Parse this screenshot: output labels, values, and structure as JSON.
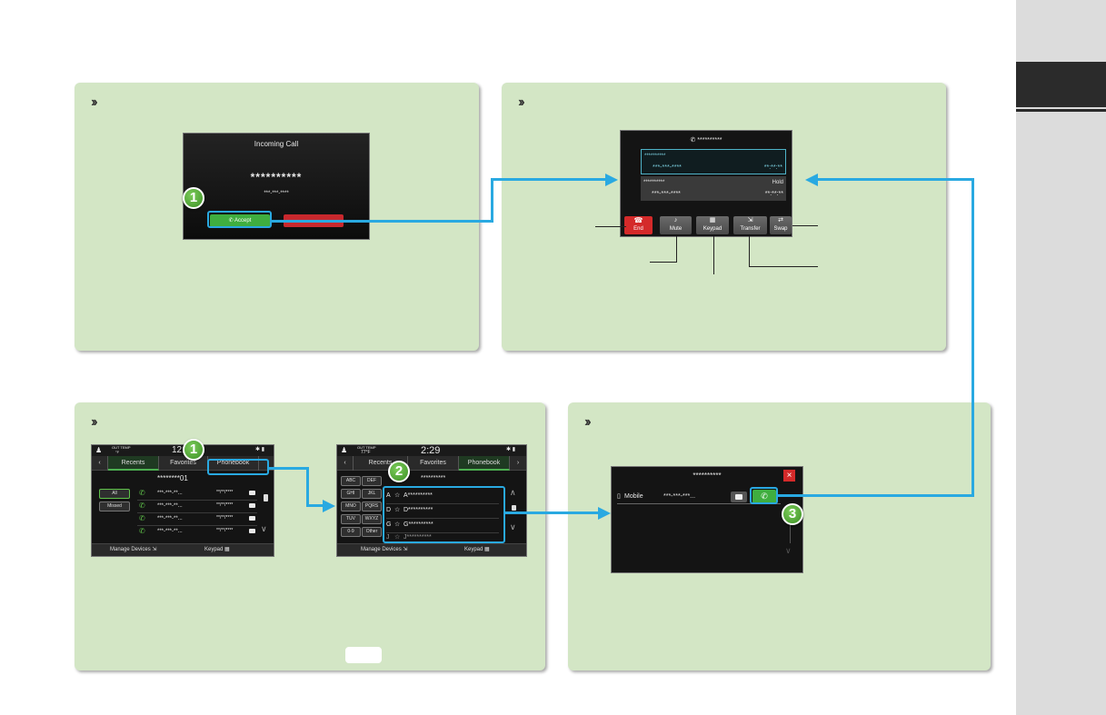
{
  "panel_answer": {
    "screen_title": "Incoming Call",
    "caller_name": "**********",
    "caller_number": "***-***-****",
    "accept_label": "Accept",
    "badge": "1"
  },
  "panel_incall": {
    "header_number": "**********",
    "active_call": {
      "name": "**********",
      "number": "***-***-****",
      "time": "**:**:**"
    },
    "held_call": {
      "name": "**********",
      "status": "Hold",
      "number": "***-***-****",
      "time": "**:**:**"
    },
    "buttons": [
      "End",
      "Mute",
      "Keypad",
      "Transfer",
      "Swap"
    ]
  },
  "panel_phonebook": {
    "left_screen": {
      "out_temp_label": "OUT TEMP",
      "out_temp_value": "°F",
      "clock": "12:",
      "tabs": [
        "Recents",
        "Favorites",
        "Phonebook"
      ],
      "header_number": "********01",
      "filters": [
        "All",
        "Missed"
      ],
      "rows": [
        {
          "number": "***-***-**...",
          "date": "**/**/****"
        },
        {
          "number": "***-***-**...",
          "date": "**/**/****"
        },
        {
          "number": "***-***-**...",
          "date": "**/**/****"
        },
        {
          "number": "***-***-**...",
          "date": "**/**/****"
        }
      ],
      "manage_label": "Manage Devices",
      "keypad_label": "Keypad",
      "badge": "1"
    },
    "right_screen": {
      "out_temp_label": "OUT TEMP",
      "out_temp_value": "77°F",
      "clock": "2:29",
      "tabs": [
        "Recents",
        "Favorites",
        "Phonebook"
      ],
      "header_name": "**********",
      "keys": [
        [
          "ABC",
          "DEF"
        ],
        [
          "GHI",
          "JKL"
        ],
        [
          "MNO",
          "PQRS"
        ],
        [
          "TUV",
          "WXYZ"
        ],
        [
          "0-9",
          "Other"
        ]
      ],
      "contacts": [
        {
          "letter": "A",
          "name": "A**********"
        },
        {
          "letter": "D",
          "name": "D**********"
        },
        {
          "letter": "G",
          "name": "G**********"
        },
        {
          "letter": "J",
          "name": "J**********"
        }
      ],
      "manage_label": "Manage Devices",
      "keypad_label": "Keypad",
      "badge": "2"
    }
  },
  "panel_contact": {
    "contact_name": "**********",
    "phone_type": "Mobile",
    "phone_number": "***-***-***...",
    "badge": "3"
  },
  "colors": {
    "panel_bg": "#d3e6c5",
    "connector": "#29a9e1",
    "accept_green": "#3fae3f",
    "decline_red": "#c8282d",
    "end_red": "#d42a2a"
  }
}
